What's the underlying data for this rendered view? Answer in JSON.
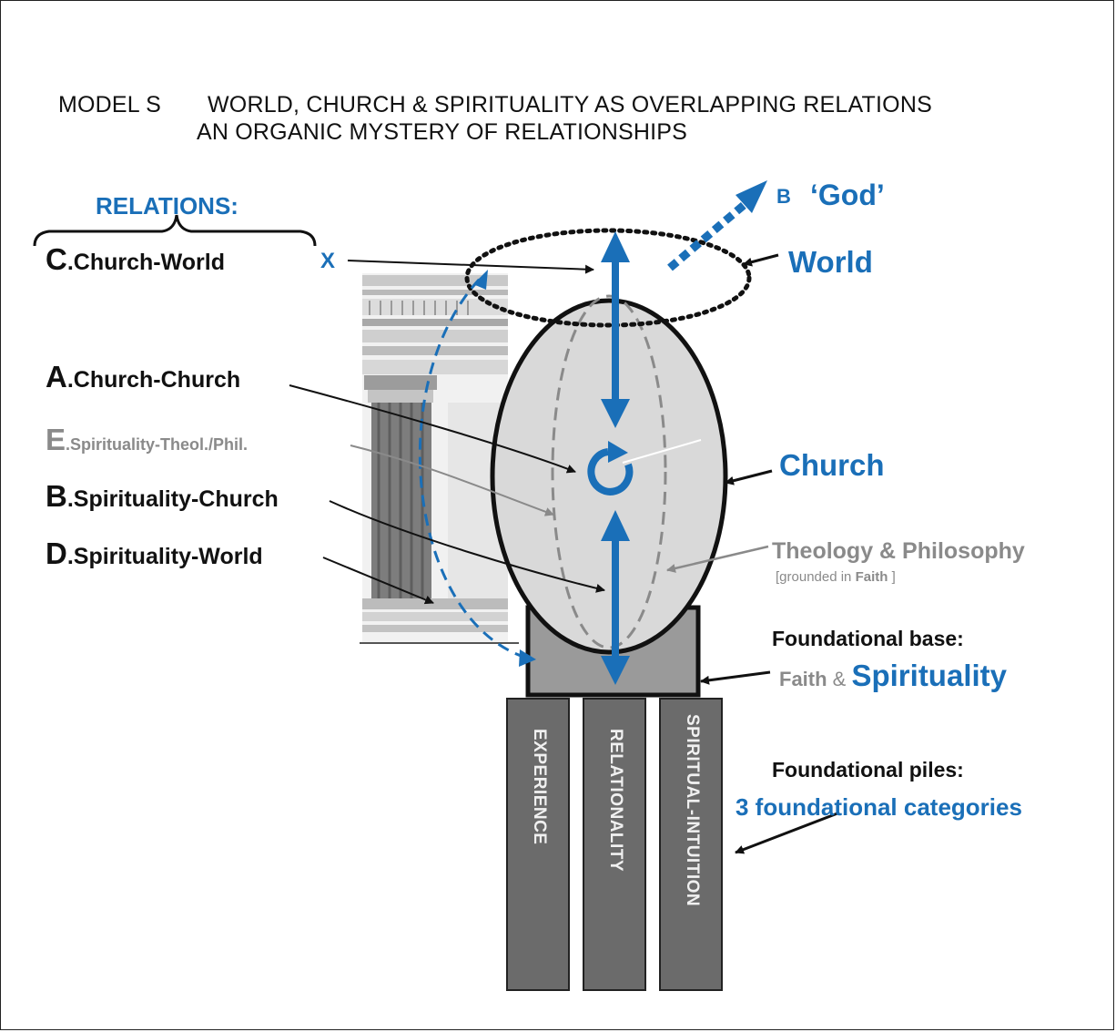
{
  "title": {
    "model": "MODEL S",
    "line1": "WORLD, CHURCH & SPIRITUALITY AS OVERLAPPING RELATIONS",
    "line2": "AN ORGANIC MYSTERY OF RELATIONSHIPS"
  },
  "relations": {
    "heading": "RELATIONS:",
    "items": [
      {
        "letter": "C",
        "text": ".Church-World"
      },
      {
        "letter": "A",
        "text": ".Church-Church"
      },
      {
        "letter": "E",
        "text": ".Spirituality-Theol./Phil."
      },
      {
        "letter": "B",
        "text": ".Spirituality-Church"
      },
      {
        "letter": "D",
        "text": ".Spirituality-World"
      }
    ]
  },
  "markers": {
    "x": "X",
    "b": "B",
    "god": "‘God’"
  },
  "labels": {
    "world": "World",
    "church": "Church",
    "theology": "Theology & Philosophy",
    "grounded_prefix": "[grounded in ",
    "grounded_faith": "Faith",
    "grounded_suffix": " ]",
    "base_heading": "Foundational base:",
    "base_faith": "Faith",
    "base_amp": " & ",
    "base_spirituality": "Spirituality",
    "piles_heading": "Foundational piles:",
    "piles_sub": "3 foundational categories"
  },
  "piles": [
    "EXPERIENCE",
    "RELATIONALITY",
    "SPIRITUAL-INTUITION"
  ],
  "colors": {
    "blue": "#1a6fb8",
    "grey_text": "#8a8a8a",
    "egg_fill": "#d9d9d9",
    "base_fill": "#9a9a9a",
    "pile_fill": "#6b6b6b"
  }
}
